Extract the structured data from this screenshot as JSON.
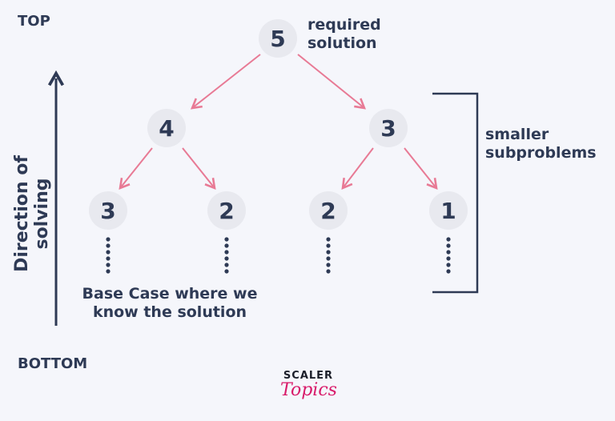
{
  "labels": {
    "top": "TOP",
    "bottom": "BOTTOM",
    "required": "required solution",
    "smaller": "smaller subproblems",
    "base_case": "Base Case where we know the solution",
    "direction": "Direction of solving"
  },
  "nodes": [
    "5",
    "4",
    "3",
    "3",
    "2",
    "2",
    "1"
  ],
  "logo": {
    "line1": "SCALER",
    "line2": "Topics"
  },
  "colors": {
    "text": "#2e3a55",
    "arrow": "#e87a95",
    "node": "#e8e9ef",
    "background": "#f5f6fb",
    "logo_pink": "#d81b6a"
  }
}
